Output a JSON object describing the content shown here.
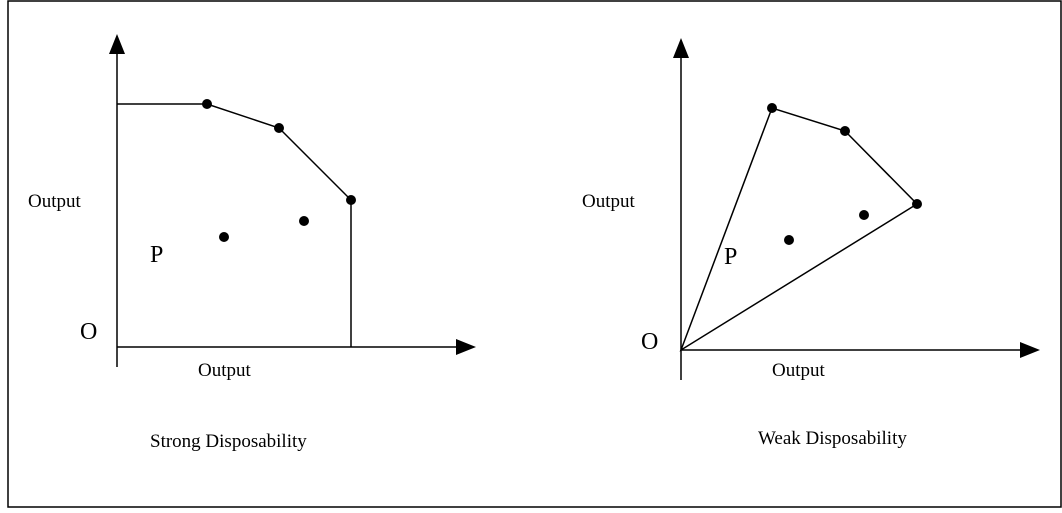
{
  "colors": {
    "ink": "#000000",
    "background": "#ffffff",
    "frame": "#000000"
  },
  "panels": [
    {
      "id": "strong",
      "caption": "Strong Disposability",
      "y_axis_label": "Output",
      "x_axis_label": "Output",
      "origin_label": "O",
      "region_label": "P"
    },
    {
      "id": "weak",
      "caption": "Weak Disposability",
      "y_axis_label": "Output",
      "x_axis_label": "Output",
      "origin_label": "O",
      "region_label": "P"
    }
  ]
}
